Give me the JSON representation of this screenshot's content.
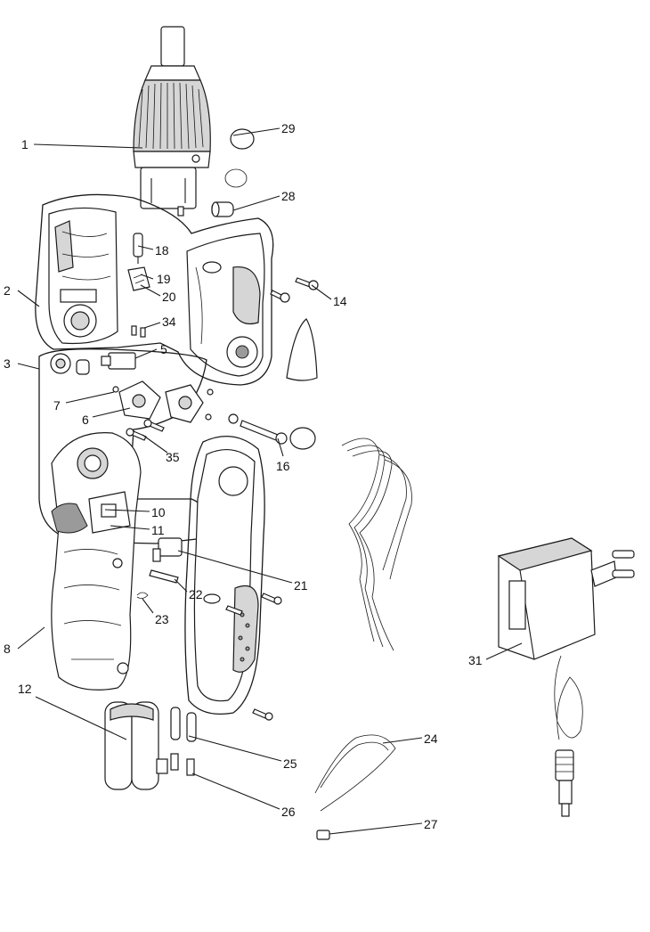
{
  "callouts": [
    {
      "id": "c1",
      "label": "1"
    },
    {
      "id": "c2",
      "label": "2"
    },
    {
      "id": "c3",
      "label": "3"
    },
    {
      "id": "c5",
      "label": "5"
    },
    {
      "id": "c6",
      "label": "6"
    },
    {
      "id": "c7",
      "label": "7"
    },
    {
      "id": "c8",
      "label": "8"
    },
    {
      "id": "c10",
      "label": "10"
    },
    {
      "id": "c11",
      "label": "11"
    },
    {
      "id": "c12",
      "label": "12"
    },
    {
      "id": "c14",
      "label": "14"
    },
    {
      "id": "c16",
      "label": "16"
    },
    {
      "id": "c18",
      "label": "18"
    },
    {
      "id": "c19",
      "label": "19"
    },
    {
      "id": "c20",
      "label": "20"
    },
    {
      "id": "c21",
      "label": "21"
    },
    {
      "id": "c22",
      "label": "22"
    },
    {
      "id": "c23",
      "label": "23"
    },
    {
      "id": "c24",
      "label": "24"
    },
    {
      "id": "c25",
      "label": "25"
    },
    {
      "id": "c26",
      "label": "26"
    },
    {
      "id": "c27",
      "label": "27"
    },
    {
      "id": "c28",
      "label": "28"
    },
    {
      "id": "c29",
      "label": "29"
    },
    {
      "id": "c31",
      "label": "31"
    },
    {
      "id": "c34",
      "label": "34"
    },
    {
      "id": "c35",
      "label": "35"
    }
  ]
}
